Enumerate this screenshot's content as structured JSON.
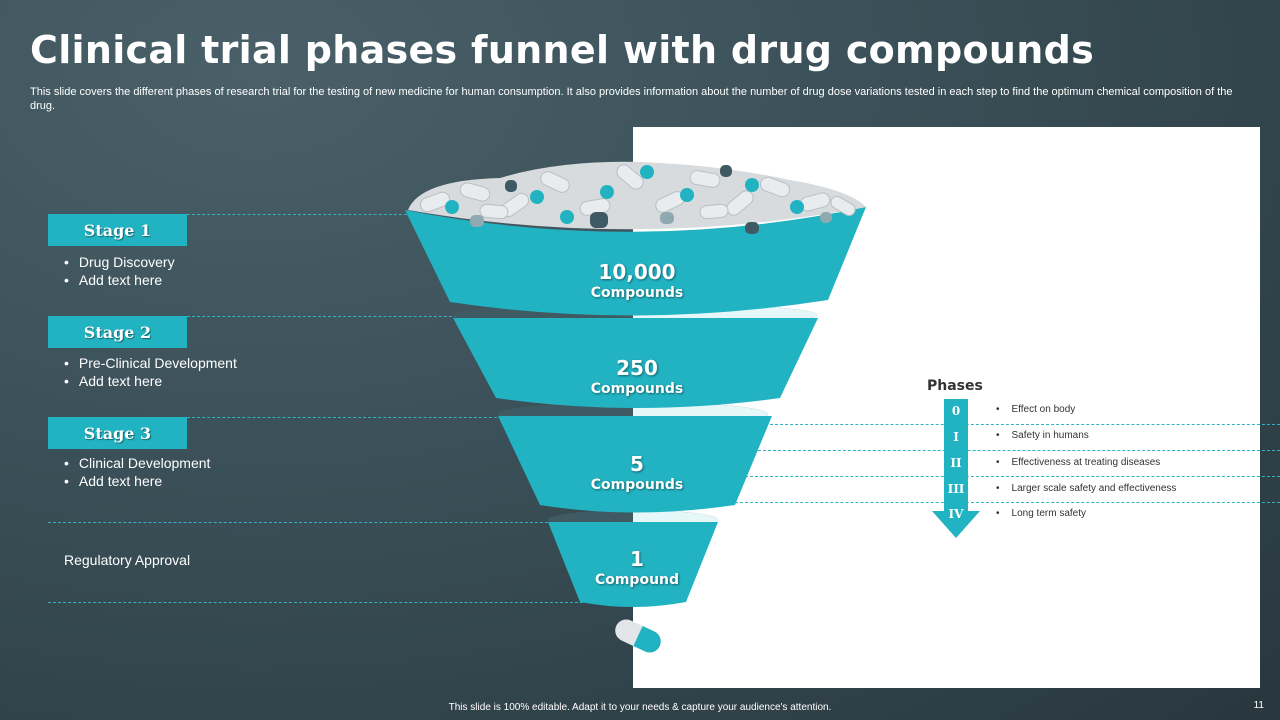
{
  "title": "Clinical trial phases funnel with drug compounds",
  "subtitle": "This slide covers the different phases of research trial for the testing of new medicine for human consumption. It also provides information about the number of drug dose variations tested in each step to find the optimum chemical composition of the drug.",
  "stages": [
    {
      "label": "Stage 1",
      "items": [
        "Drug Discovery",
        "Add text here"
      ]
    },
    {
      "label": "Stage 2",
      "items": [
        "Pre-Clinical Development",
        "Add text here"
      ]
    },
    {
      "label": "Stage 3",
      "items": [
        "Clinical Development",
        "Add text here"
      ]
    }
  ],
  "regulatory": "Regulatory Approval",
  "funnel": [
    {
      "number": "10,000",
      "unit": "Compounds"
    },
    {
      "number": "250",
      "unit": "Compounds"
    },
    {
      "number": "5",
      "unit": "Compounds"
    },
    {
      "number": "1",
      "unit": "Compound"
    }
  ],
  "phases": {
    "title": "Phases",
    "items": [
      {
        "numeral": "0",
        "text": "Effect on body"
      },
      {
        "numeral": "I",
        "text": "Safety in humans"
      },
      {
        "numeral": "II",
        "text": "Effectiveness at treating diseases"
      },
      {
        "numeral": "III",
        "text": "Larger scale safety and effectiveness"
      },
      {
        "numeral": "IV",
        "text": "Long term safety"
      }
    ]
  },
  "footer": "This slide is 100% editable.  Adapt it to your needs & capture your audience's attention.",
  "page_number": "11",
  "colors": {
    "accent": "#22b3c2",
    "dark_accent": "#1a8f9b",
    "background": "#3a4f57"
  }
}
